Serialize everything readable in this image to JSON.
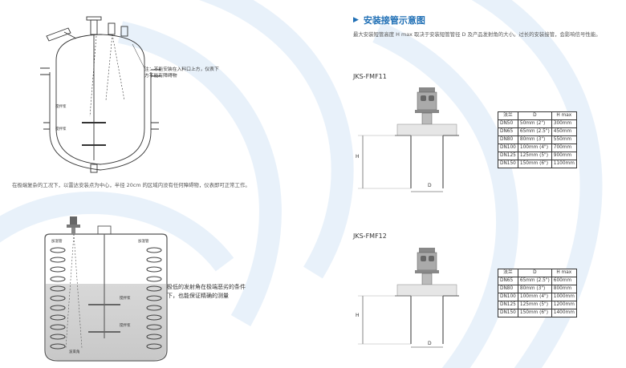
{
  "section_title": "安装接管示意图",
  "description": "最大安装短管高度 H max 取决于安装短管管径 D 及产品发射角的大小。过长的安装接管，会影响信号性能。",
  "top_note": "注：不能安装在入料口上方，仪表下方不能有障碍物",
  "top_labels": {
    "agitator_1": "搅拌浆",
    "agitator_2": "搅拌浆"
  },
  "paragraph": "在极端复杂的工况下，以雷达安装点为中心，半径 20cm 的区域内没有任何障碍物，仪表即可正常工作。",
  "bottom_labels": {
    "heater_left": "加温管",
    "heater_right": "加温管",
    "agitator_1": "搅拌浆",
    "agitator_2": "搅拌浆",
    "beam_angle": "波束角"
  },
  "low_angle_text": "极低的发射角在极端恶劣的条件下，也能保证精确的测量",
  "dimension_labels": {
    "h": "H",
    "d": "D"
  },
  "tables": [
    {
      "model": "JKS-FMF11",
      "headers": [
        "法兰",
        "D",
        "H  max"
      ],
      "rows": [
        [
          "DN50",
          "50mm  (2\")",
          "300mm"
        ],
        [
          "DN65",
          "65mm  (2.5\")",
          "450mm"
        ],
        [
          "DN80",
          "80mm  (3\")",
          "550mm"
        ],
        [
          "DN100",
          "100mm (4\")",
          "700mm"
        ],
        [
          "DN125",
          "125mm (5\")",
          "900mm"
        ],
        [
          "DN150",
          "150mm (6\")",
          "1100mm"
        ]
      ]
    },
    {
      "model": "JKS-FMF12",
      "headers": [
        "法兰",
        "D",
        "H  max"
      ],
      "rows": [
        [
          "DN65",
          "65mm  (2.5\")",
          "600mm"
        ],
        [
          "DN80",
          "80mm  (3\")",
          "800mm"
        ],
        [
          "DN100",
          "100mm (4\")",
          "1000mm"
        ],
        [
          "DN125",
          "125mm (5\")",
          "1200mm"
        ],
        [
          "DN150",
          "150mm (6\")",
          "1400mm"
        ]
      ]
    }
  ],
  "colors": {
    "accent": "#1f6fb5",
    "swirl": "#e6f0fa"
  }
}
